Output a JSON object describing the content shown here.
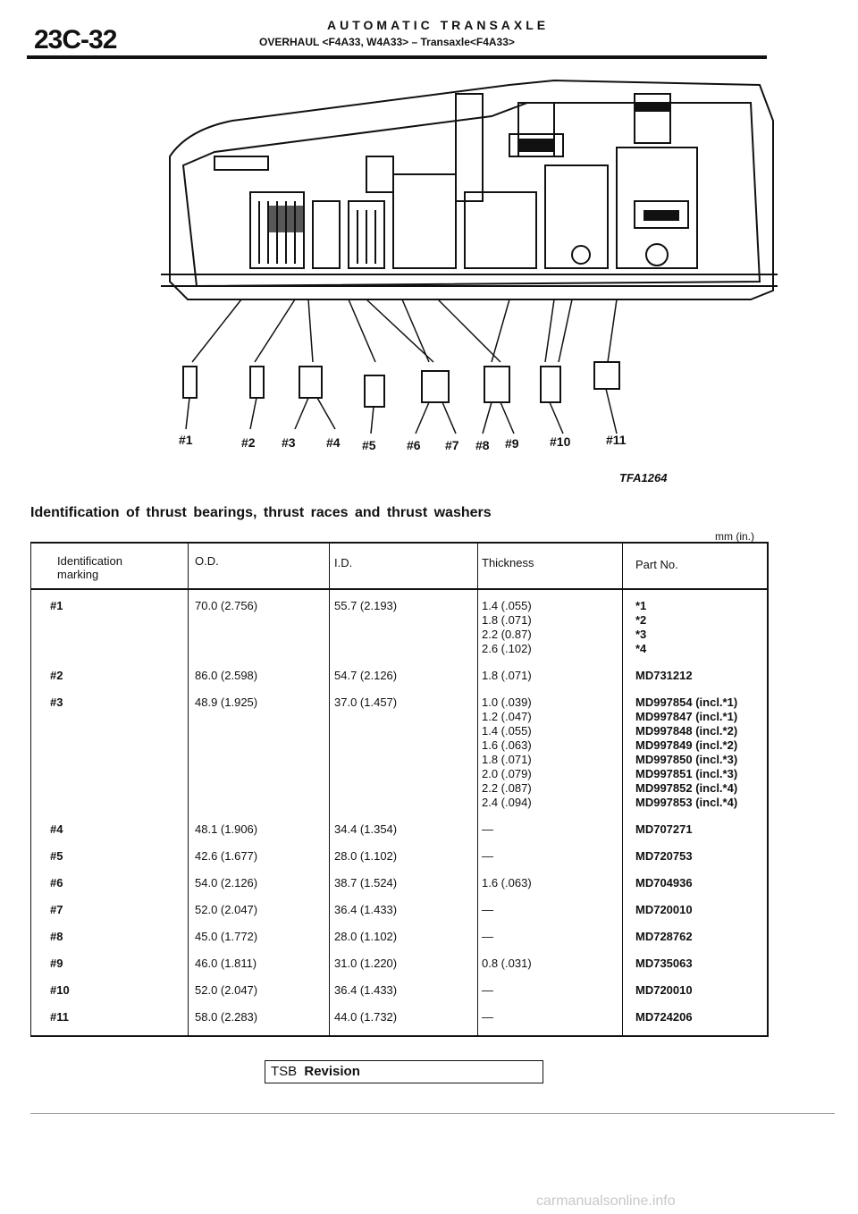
{
  "header": {
    "page_number": "23C-32",
    "title": "AUTOMATIC TRANSAXLE",
    "subtitle": "OVERHAUL <F4A33, W4A33> – Transaxle<F4A33>"
  },
  "figure": {
    "code": "TFA1264",
    "callouts": [
      "#1",
      "#2",
      "#3",
      "#4",
      "#5",
      "#6",
      "#7",
      "#8",
      "#9",
      "#10",
      "#11"
    ]
  },
  "table": {
    "caption": "Identification of thrust bearings, thrust races and thrust washers",
    "units": "mm (in.)",
    "headers": {
      "marking_1": "Identification",
      "marking_2": "marking",
      "od": "O.D.",
      "id": "I.D.",
      "thickness": "Thickness",
      "part_no": "Part No."
    },
    "rows": [
      {
        "mark": "#1",
        "od": "70.0 (2.756)",
        "id": "55.7 (2.193)",
        "thickness": [
          "1.4 (.055)",
          "1.8 (.071)",
          "2.2 (0.87)",
          "2.6 (.102)"
        ],
        "part": [
          "*1",
          "*2",
          "*3",
          "*4"
        ]
      },
      {
        "mark": "#2",
        "od": "86.0 (2.598)",
        "id": "54.7 (2.126)",
        "thickness": [
          "1.8 (.071)"
        ],
        "part": [
          "MD731212"
        ]
      },
      {
        "mark": "#3",
        "od": "48.9 (1.925)",
        "id": "37.0 (1.457)",
        "thickness": [
          "1.0 (.039)",
          "1.2 (.047)",
          "1.4 (.055)",
          "1.6 (.063)",
          "1.8 (.071)",
          "2.0 (.079)",
          "2.2 (.087)",
          "2.4 (.094)"
        ],
        "part": [
          "MD997854 (incl.*1)",
          "MD997847 (incl.*1)",
          "MD997848 (incl.*2)",
          "MD997849 (incl.*2)",
          "MD997850 (incl.*3)",
          "MD997851 (incl.*3)",
          "MD997852 (incl.*4)",
          "MD997853 (incl.*4)"
        ]
      },
      {
        "mark": "#4",
        "od": "48.1 (1.906)",
        "id": "34.4 (1.354)",
        "thickness": [
          "—"
        ],
        "part": [
          "MD707271"
        ]
      },
      {
        "mark": "#5",
        "od": "42.6 (1.677)",
        "id": "28.0 (1.102)",
        "thickness": [
          "—"
        ],
        "part": [
          "MD720753"
        ]
      },
      {
        "mark": "#6",
        "od": "54.0 (2.126)",
        "id": "38.7 (1.524)",
        "thickness": [
          "1.6 (.063)"
        ],
        "part": [
          "MD704936"
        ]
      },
      {
        "mark": "#7",
        "od": "52.0 (2.047)",
        "id": "36.4 (1.433)",
        "thickness": [
          "—"
        ],
        "part": [
          "MD720010"
        ]
      },
      {
        "mark": "#8",
        "od": "45.0 (1.772)",
        "id": "28.0 (1.102)",
        "thickness": [
          "—"
        ],
        "part": [
          "MD728762"
        ]
      },
      {
        "mark": "#9",
        "od": "46.0 (1.811)",
        "id": "31.0 (1.220)",
        "thickness": [
          "0.8 (.031)"
        ],
        "part": [
          "MD735063"
        ]
      },
      {
        "mark": "#10",
        "od": "52.0 (2.047)",
        "id": "36.4 (1.433)",
        "thickness": [
          "—"
        ],
        "part": [
          "MD720010"
        ]
      },
      {
        "mark": "#11",
        "od": "58.0 (2.283)",
        "id": "44.0 (1.732)",
        "thickness": [
          "—"
        ],
        "part": [
          "MD724206"
        ]
      }
    ]
  },
  "footer": {
    "tsb_label": "TSB",
    "revision_label": "Revision",
    "watermark": "carmanualsonline.info"
  }
}
